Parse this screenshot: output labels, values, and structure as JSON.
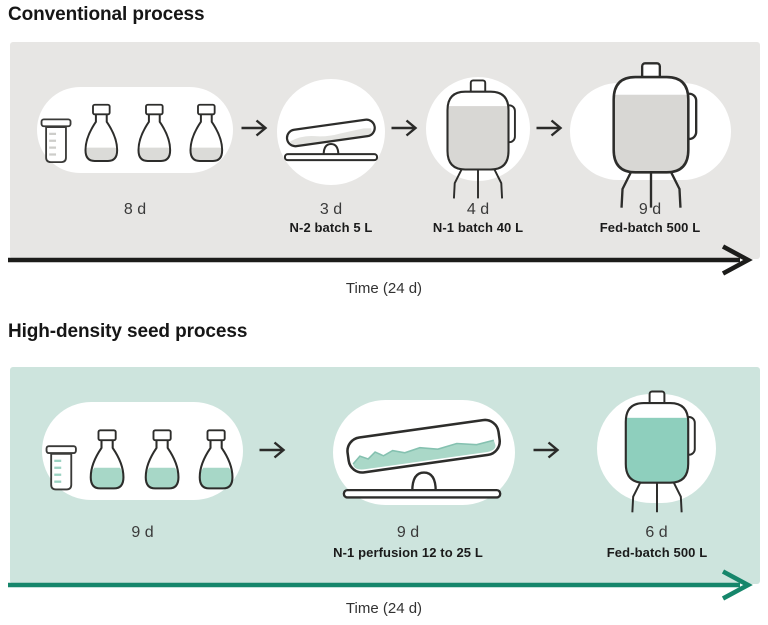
{
  "diagram": {
    "sections": [
      {
        "title": "Conventional process",
        "timeline_label": "Time (24 d)",
        "panel_color": "#e7e6e4",
        "timeline_color": "#1c1c1a",
        "stages": [
          {
            "icon": "seed-train-flasks",
            "duration": "8 d",
            "detail": ""
          },
          {
            "icon": "rocking-bag-bioreactor",
            "duration": "3 d",
            "detail": "N-2 batch 5 L"
          },
          {
            "icon": "stirred-tank-bioreactor-small",
            "duration": "4 d",
            "detail": "N-1 batch 40 L"
          },
          {
            "icon": "stirred-tank-bioreactor-large",
            "duration": "9 d",
            "detail": "Fed-batch 500 L"
          }
        ]
      },
      {
        "title": "High-density seed process",
        "timeline_label": "Time (24 d)",
        "panel_color": "#cde4dd",
        "timeline_color": "#16866b",
        "stages": [
          {
            "icon": "seed-train-flasks",
            "duration": "9 d",
            "detail": ""
          },
          {
            "icon": "rocking-bag-perfusion-bioreactor",
            "duration": "9 d",
            "detail": "N-1 perfusion 12 to 25 L"
          },
          {
            "icon": "stirred-tank-bioreactor",
            "duration": "6 d",
            "detail": "Fed-batch 500 L"
          }
        ]
      }
    ]
  }
}
